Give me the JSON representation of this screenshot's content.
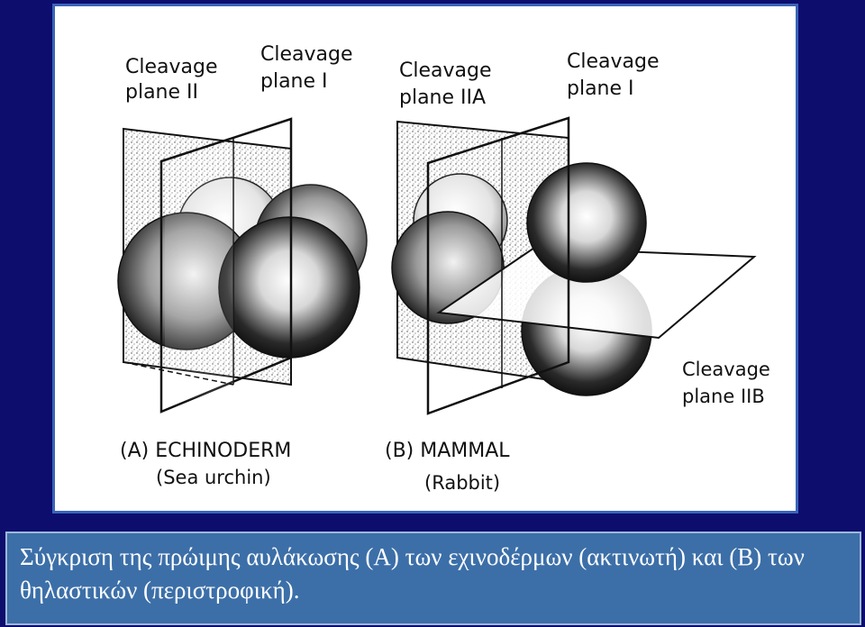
{
  "figure": {
    "panel_a": {
      "plane_ii_label": [
        "Cleavage",
        "plane II"
      ],
      "plane_i_label": [
        "Cleavage",
        "plane I"
      ],
      "title": "(A) ECHINODERM",
      "subtitle": "(Sea urchin)"
    },
    "panel_b": {
      "plane_iia_label": [
        "Cleavage",
        "plane IIA"
      ],
      "plane_i_label": [
        "Cleavage",
        "plane I"
      ],
      "plane_iib_label": [
        "Cleavage",
        "plane IIB"
      ],
      "title": "(B) MAMMAL",
      "subtitle": "(Rabbit)"
    }
  },
  "caption": {
    "text": "Σύγκριση της πρώιμης αυλάκωσης (Α) των εχινοδέρμων (ακτινωτή) και (Β) των θηλαστικών (περιστροφική)."
  },
  "colors": {
    "background": "#0d0d6e",
    "frame_border": "#3a64b8",
    "caption_bg": "#3c6fa8",
    "caption_text": "#ffffff"
  }
}
